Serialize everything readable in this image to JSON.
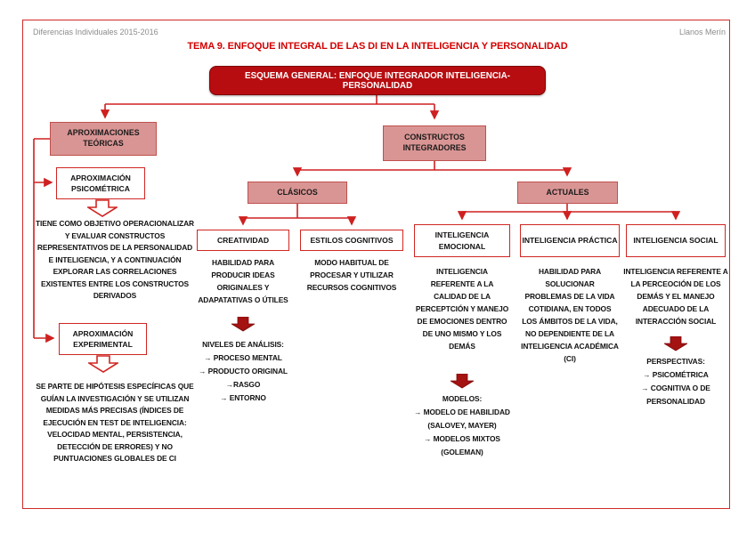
{
  "page": {
    "course": "Diferencias Individuales 2015-2016",
    "author": "Llanos Merín",
    "title": "TEMA 9. ENFOQUE INTEGRAL DE LAS DI EN LA INTELIGENCIA Y PERSONALIDAD"
  },
  "colors": {
    "dark_red_fill": "#b70d11",
    "pink_fill": "#d99594",
    "pink_border": "#c0504d",
    "line_red": "#cf2020",
    "title_red": "#d20000",
    "header_gray": "#8c8c8c",
    "solid_arrow_fill": "#a41212"
  },
  "icons": {
    "flow_arrow": "hollow/solid down block arrow",
    "list_bullet": "→"
  },
  "root": {
    "label": "ESQUEMA GENERAL: ENFOQUE INTEGRADOR INTELIGENCIA-PERSONALIDAD"
  },
  "left": {
    "header": "APROXIMACIONES TEÓRICAS",
    "psicometrica": {
      "label": "APROXIMACIÓN PSICOMÉTRICA",
      "description": "TIENE COMO OBJETIVO OPERACIONALIZAR Y EVALUAR CONSTRUCTOS REPRESENTATIVOS DE LA PERSONALIDAD E INTELIGENCIA, Y A CONTINUACIÓN EXPLORAR LAS CORRELACIONES EXISTENTES ENTRE LOS CONSTRUCTOS DERIVADOS"
    },
    "experimental": {
      "label": "APROXIMACIÓN EXPERIMENTAL",
      "description": "SE PARTE DE HIPÓTESIS ESPECÍFICAS QUE GUÍAN LA INVESTIGACIÓN Y SE UTILIZAN MEDIDAS MÁS PRECISAS (ÍNDICES DE EJECUCIÓN EN TEST DE INTELIGENCIA: VELOCIDAD MENTAL, PERSISTENCIA, DETECCIÓN DE ERRORES) Y NO PUNTUACIONES GLOBALES DE CI"
    }
  },
  "right": {
    "header": "CONSTRUCTOS INTEGRADORES",
    "clasicos": {
      "header": "CLÁSICOS",
      "creatividad": {
        "label": "CREATIVIDAD",
        "description": "HABILIDAD PARA PRODUCIR IDEAS ORIGINALES Y ADAPATATIVAS O ÚTILES",
        "list_title": "NIVELES DE ANÁLISIS:",
        "items": [
          "→ PROCESO MENTAL",
          "→ PRODUCTO ORIGINAL",
          "→RASGO",
          "→ ENTORNO"
        ]
      },
      "estilos": {
        "label": "ESTILOS COGNITIVOS",
        "description": "MODO HABITUAL DE PROCESAR Y UTILIZAR RECURSOS COGNITIVOS"
      }
    },
    "actuales": {
      "header": "ACTUALES",
      "emocional": {
        "label": "INTELIGENCIA EMOCIONAL",
        "description": "INTELIGENCIA REFERENTE A LA CALIDAD DE LA PERCEPTCIÓN Y MANEJO DE EMOCIONES DENTRO DE UNO MISMO Y LOS DEMÁS",
        "list_title": "MODELOS:",
        "items": [
          "→ MODELO DE HABILIDAD (SALOVEY, MAYER)",
          "→ MODELOS MIXTOS (GOLEMAN)"
        ]
      },
      "practica": {
        "label": "INTELIGENCIA PRÁCTICA",
        "description": "HABILIDAD PARA SOLUCIONAR PROBLEMAS DE LA VIDA COTIDIANA, EN TODOS LOS ÁMBITOS DE LA VIDA, NO DEPENDIENTE DE LA INTELIGENCIA ACADÉMICA (CI)"
      },
      "social": {
        "label": "INTELIGENCIA SOCIAL",
        "description": "INTELIGENCIA REFERENTE A LA PERCEOCIÓN DE LOS DEMÁS Y EL MANEJO ADECUADO DE LA INTERACCIÓN SOCIAL",
        "list_title": "PERSPECTIVAS:",
        "items": [
          "→ PSICOMÉTRICA",
          "→ COGNITIVA O DE PERSONALIDAD"
        ]
      }
    }
  }
}
